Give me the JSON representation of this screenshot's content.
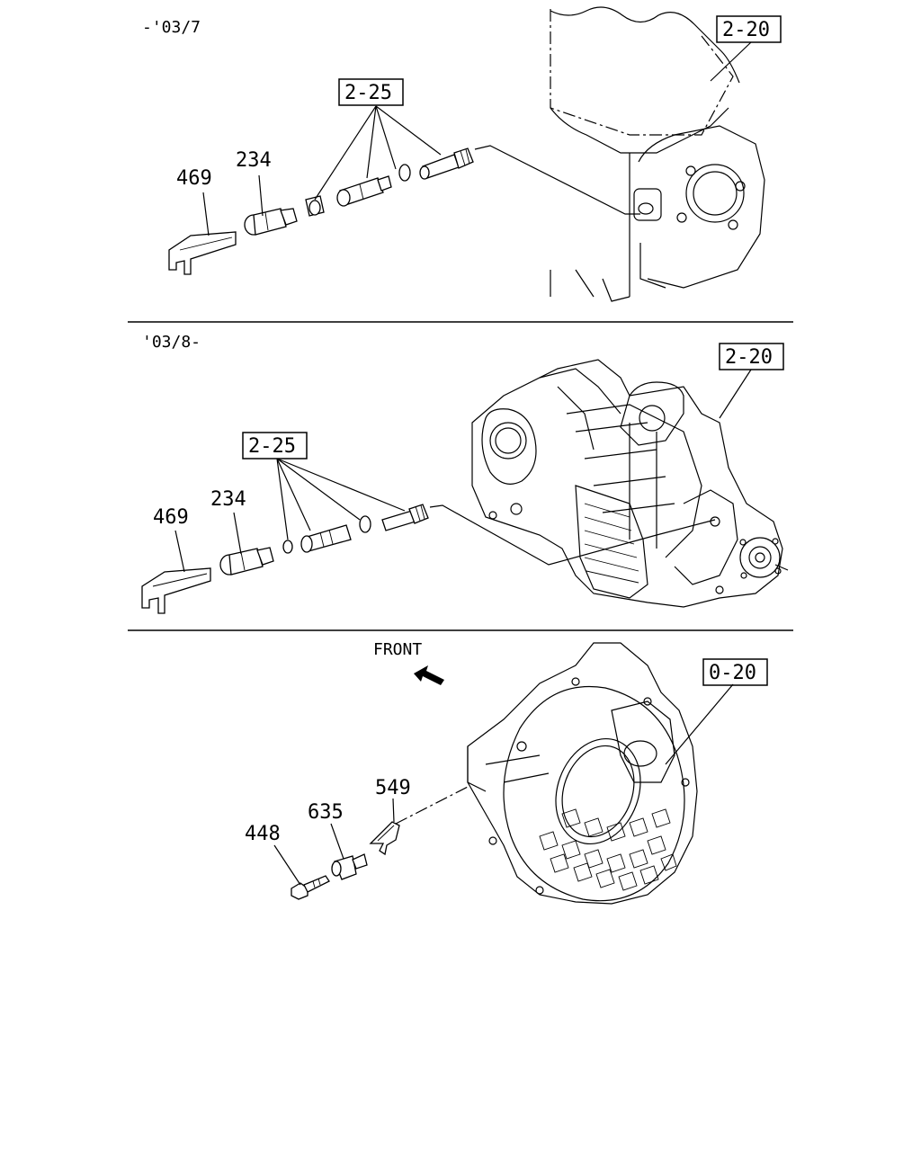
{
  "sections": [
    {
      "date_range": "-'03/7",
      "labels": {
        "a": "469",
        "b": "234"
      },
      "refs": {
        "a": "2-25",
        "b": "2-20"
      }
    },
    {
      "date_range": "'03/8-",
      "labels": {
        "a": "469",
        "b": "234"
      },
      "refs": {
        "a": "2-25",
        "b": "2-20"
      }
    },
    {
      "front_label": "FRONT",
      "labels": {
        "a": "448",
        "b": "635",
        "c": "549"
      },
      "refs": {
        "a": "0-20"
      }
    }
  ]
}
